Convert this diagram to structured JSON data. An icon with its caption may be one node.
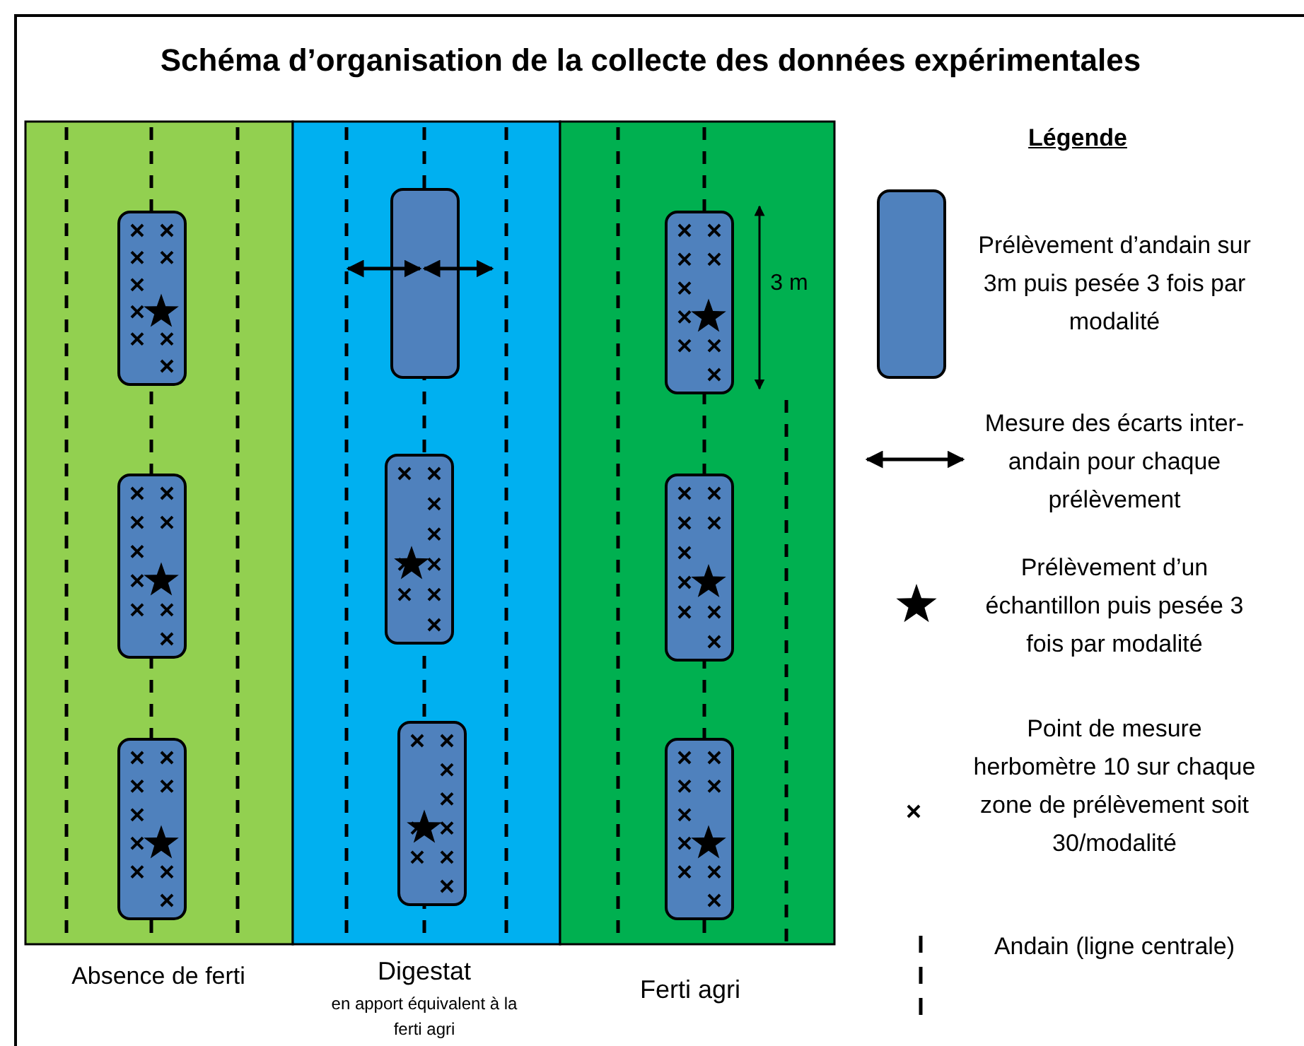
{
  "diagram": {
    "title": "Schéma d’organisation de la collecte des données expérimentales",
    "labels": [
      "Légende",
      "3 m",
      "Absence de ferti",
      "Digestat",
      "en apport équivalent à la ferti agri",
      "Ferti agri"
    ],
    "legend": [
      {
        "text": "Prélèvement d’andain sur 3m puis pesée 3 fois par modalité"
      },
      {
        "text": "Mesure des écarts inter-andain pour chaque prélèvement"
      },
      {
        "text": "Prélèvement d’un échantillon puis pesée 3 fois par modalité"
      },
      {
        "text": "Point de mesure herbomètre 10 sur chaque zone de prélèvement soit 30/modalité"
      },
      {
        "text": "Andain (ligne centrale)"
      }
    ]
  }
}
